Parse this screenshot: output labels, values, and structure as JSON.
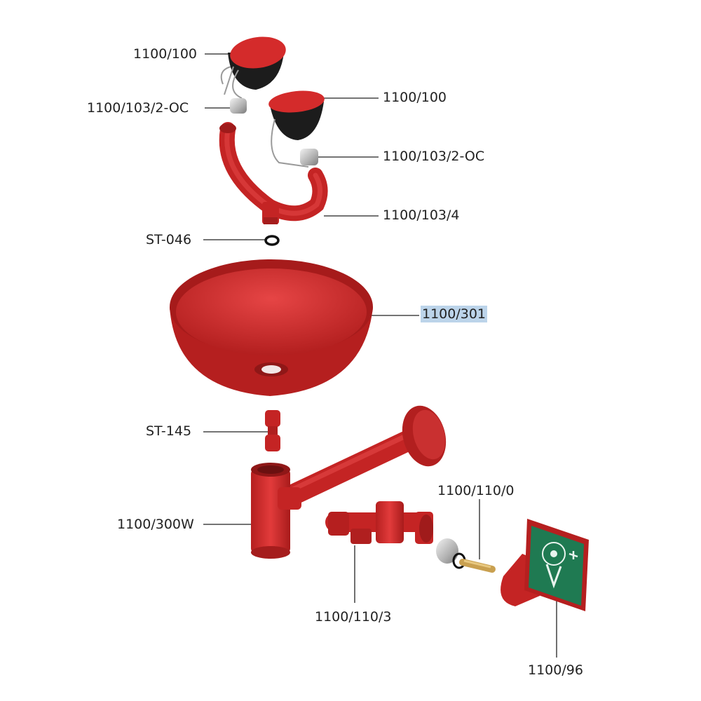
{
  "labels": {
    "cap_top_left": "1100/100",
    "nozzle_left": "1100/103/2-OC",
    "cap_right": "1100/100",
    "nozzle_right": "1100/103/2-OC",
    "y_pipe": "1100/103/4",
    "o_ring": "ST-046",
    "bowl": "1100/301",
    "connector": "ST-145",
    "drain_pipe": "1100/300W",
    "valve_stem": "1100/110/0",
    "valve_body": "1100/110/3",
    "sign": "1100/96"
  },
  "colors": {
    "red": "#d42b2b",
    "red_dark": "#a81c1c",
    "black": "#1c1c1c",
    "chrome": "#c8c8c8",
    "sign_green": "#1f7a52",
    "brass": "#c9a050",
    "highlight": "#bcd4ea"
  }
}
